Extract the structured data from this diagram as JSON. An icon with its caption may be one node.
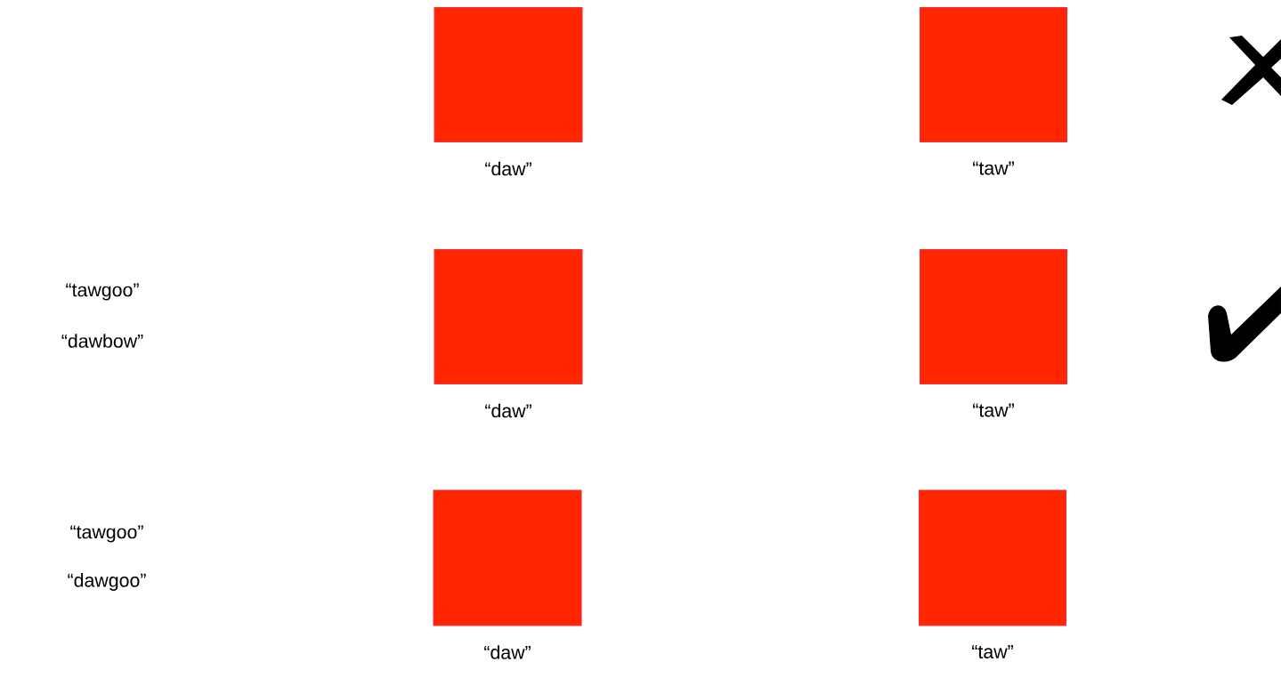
{
  "diagram": {
    "nodes": [
      {
        "text": [],
        "shape": "box",
        "beside": [
          "“daw”"
        ]
      },
      {
        "text": [],
        "shape": "box",
        "beside": [
          "“taw”"
        ]
      },
      {
        "text": [],
        "shape": "cross"
      },
      {
        "text": [],
        "shape": "box",
        "beside": [
          "“daw”"
        ]
      },
      {
        "text": [],
        "shape": "box",
        "beside": [
          "“taw”"
        ]
      },
      {
        "text": [],
        "shape": "check"
      },
      {
        "text": [],
        "shape": "box",
        "beside": [
          "“daw”"
        ]
      },
      {
        "text": [],
        "shape": "box",
        "beside": [
          "“taw”"
        ]
      }
    ],
    "labels": [
      "“tawgoo”",
      "“dawbow”",
      "“tawgoo”",
      "“dawgoo”"
    ]
  }
}
